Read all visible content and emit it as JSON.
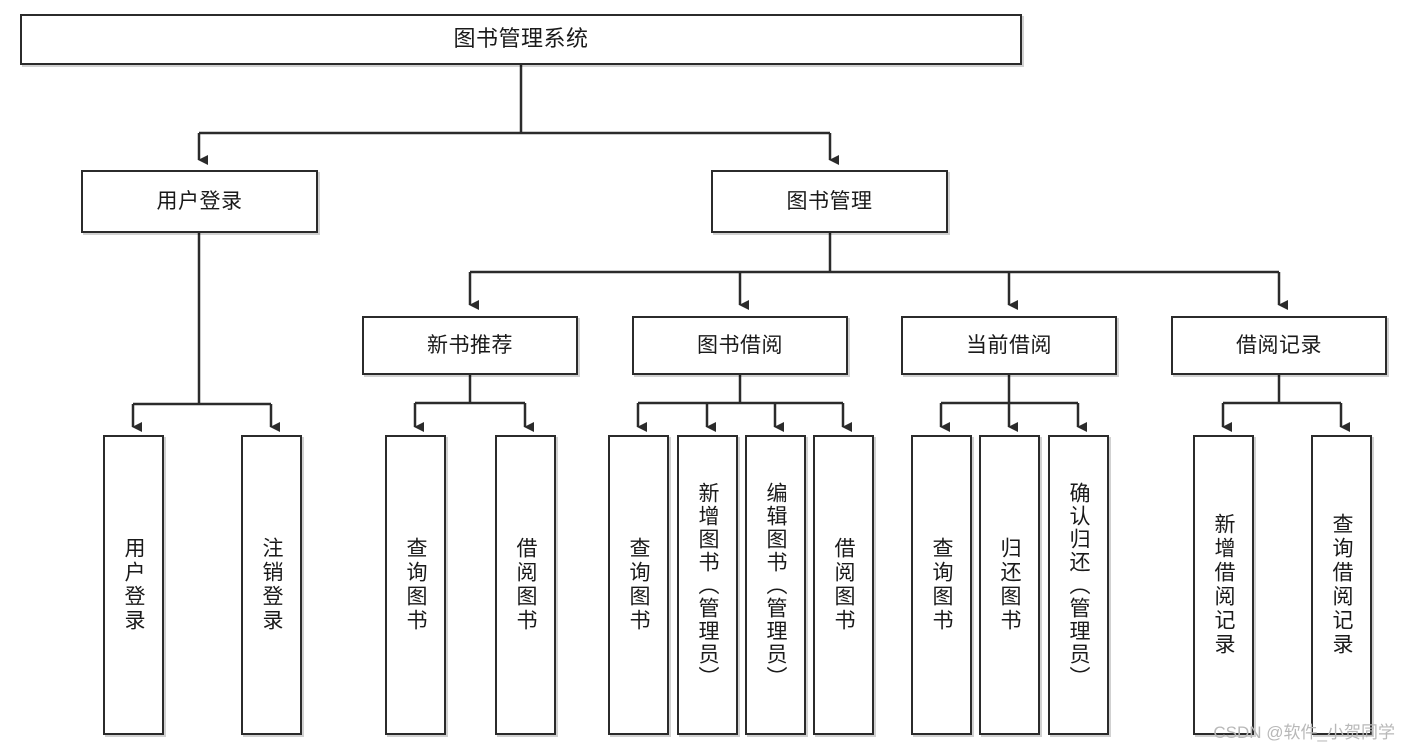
{
  "diagram": {
    "title": "图书管理系统",
    "type": "tree",
    "watermark": "CSDN @软件_小贺同学",
    "colors": {
      "node_border": "#2b2b2b",
      "node_fill": "#ffffff",
      "edge": "#2b2b2b",
      "watermark": "#b8b8b8"
    },
    "nodes": {
      "root": {
        "label": "图书管理系统"
      },
      "level1": [
        {
          "id": "user-login",
          "label": "用户登录"
        },
        {
          "id": "book-manage",
          "label": "图书管理"
        }
      ],
      "level2": [
        {
          "id": "new-book-recommend",
          "label": "新书推荐"
        },
        {
          "id": "book-borrow",
          "label": "图书借阅"
        },
        {
          "id": "current-borrow",
          "label": "当前借阅"
        },
        {
          "id": "borrow-record",
          "label": "借阅记录"
        }
      ],
      "leaves": {
        "user-login": [
          {
            "id": "leaf-user-login",
            "label": "用户登录"
          },
          {
            "id": "leaf-logout-login",
            "label": "注销登录"
          }
        ],
        "new-book-recommend": [
          {
            "id": "leaf-query-book-1",
            "label": "查询图书"
          },
          {
            "id": "leaf-borrow-book-1",
            "label": "借阅图书"
          }
        ],
        "book-borrow": [
          {
            "id": "leaf-query-book-2",
            "label": "查询图书"
          },
          {
            "id": "leaf-add-book-admin",
            "label": "新增图书（管理员）"
          },
          {
            "id": "leaf-edit-book-admin",
            "label": "编辑图书（管理员）"
          },
          {
            "id": "leaf-borrow-book-2",
            "label": "借阅图书"
          }
        ],
        "current-borrow": [
          {
            "id": "leaf-query-book-3",
            "label": "查询图书"
          },
          {
            "id": "leaf-return-book",
            "label": "归还图书"
          },
          {
            "id": "leaf-confirm-return-admin",
            "label": "确认归还（管理员）"
          }
        ],
        "borrow-record": [
          {
            "id": "leaf-add-borrow-record",
            "label": "新增借阅记录"
          },
          {
            "id": "leaf-query-borrow-record",
            "label": "查询借阅记录"
          }
        ]
      }
    }
  }
}
